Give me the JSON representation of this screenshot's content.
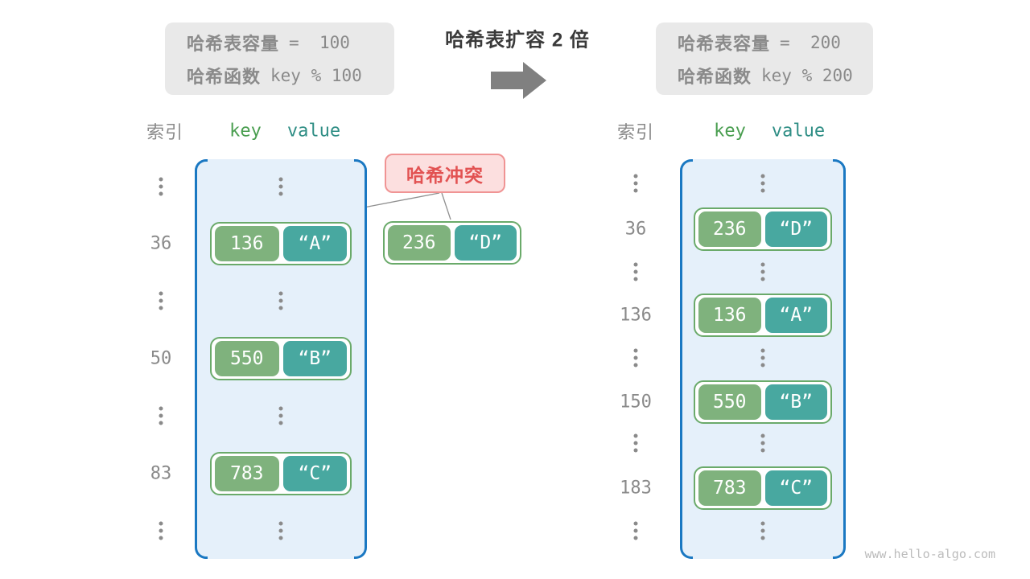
{
  "title": "哈希表扩容 2 倍",
  "before_box": {
    "capacity_label": "哈希表容量",
    "capacity_value": "=  100",
    "function_label": "哈希函数",
    "function_value": "key % 100"
  },
  "after_box": {
    "capacity_label": "哈希表容量",
    "capacity_value": "=  200",
    "function_label": "哈希函数",
    "function_value": "key % 200"
  },
  "collision": {
    "label": "哈希冲突",
    "pair": {
      "key": "236",
      "value": "“D”"
    }
  },
  "left_table": {
    "index_header": "索引",
    "key_header": "key",
    "value_header": "value",
    "indices": [
      "36",
      "50",
      "83"
    ],
    "pairs": [
      {
        "key": "136",
        "value": "“A”"
      },
      {
        "key": "550",
        "value": "“B”"
      },
      {
        "key": "783",
        "value": "“C”"
      }
    ]
  },
  "right_table": {
    "index_header": "索引",
    "key_header": "key",
    "value_header": "value",
    "indices": [
      "36",
      "136",
      "150",
      "183"
    ],
    "pairs": [
      {
        "key": "236",
        "value": "“D”"
      },
      {
        "key": "136",
        "value": "“A”"
      },
      {
        "key": "550",
        "value": "“B”"
      },
      {
        "key": "783",
        "value": "“C”"
      }
    ]
  },
  "watermark": "www.hello-algo.com",
  "colors": {
    "table_fill": "#e5f0fa",
    "table_border": "#1a78c2",
    "key_cell": "#7fb27d",
    "value_cell": "#48a8a0",
    "pair_border": "#6aaa6a",
    "collision_fill": "#fcdfdf",
    "collision_border": "#f09494",
    "collision_text": "#e25252",
    "info_box_fill": "#e9e9e9",
    "muted_text": "#8a8a8a",
    "arrow": "#808080"
  }
}
